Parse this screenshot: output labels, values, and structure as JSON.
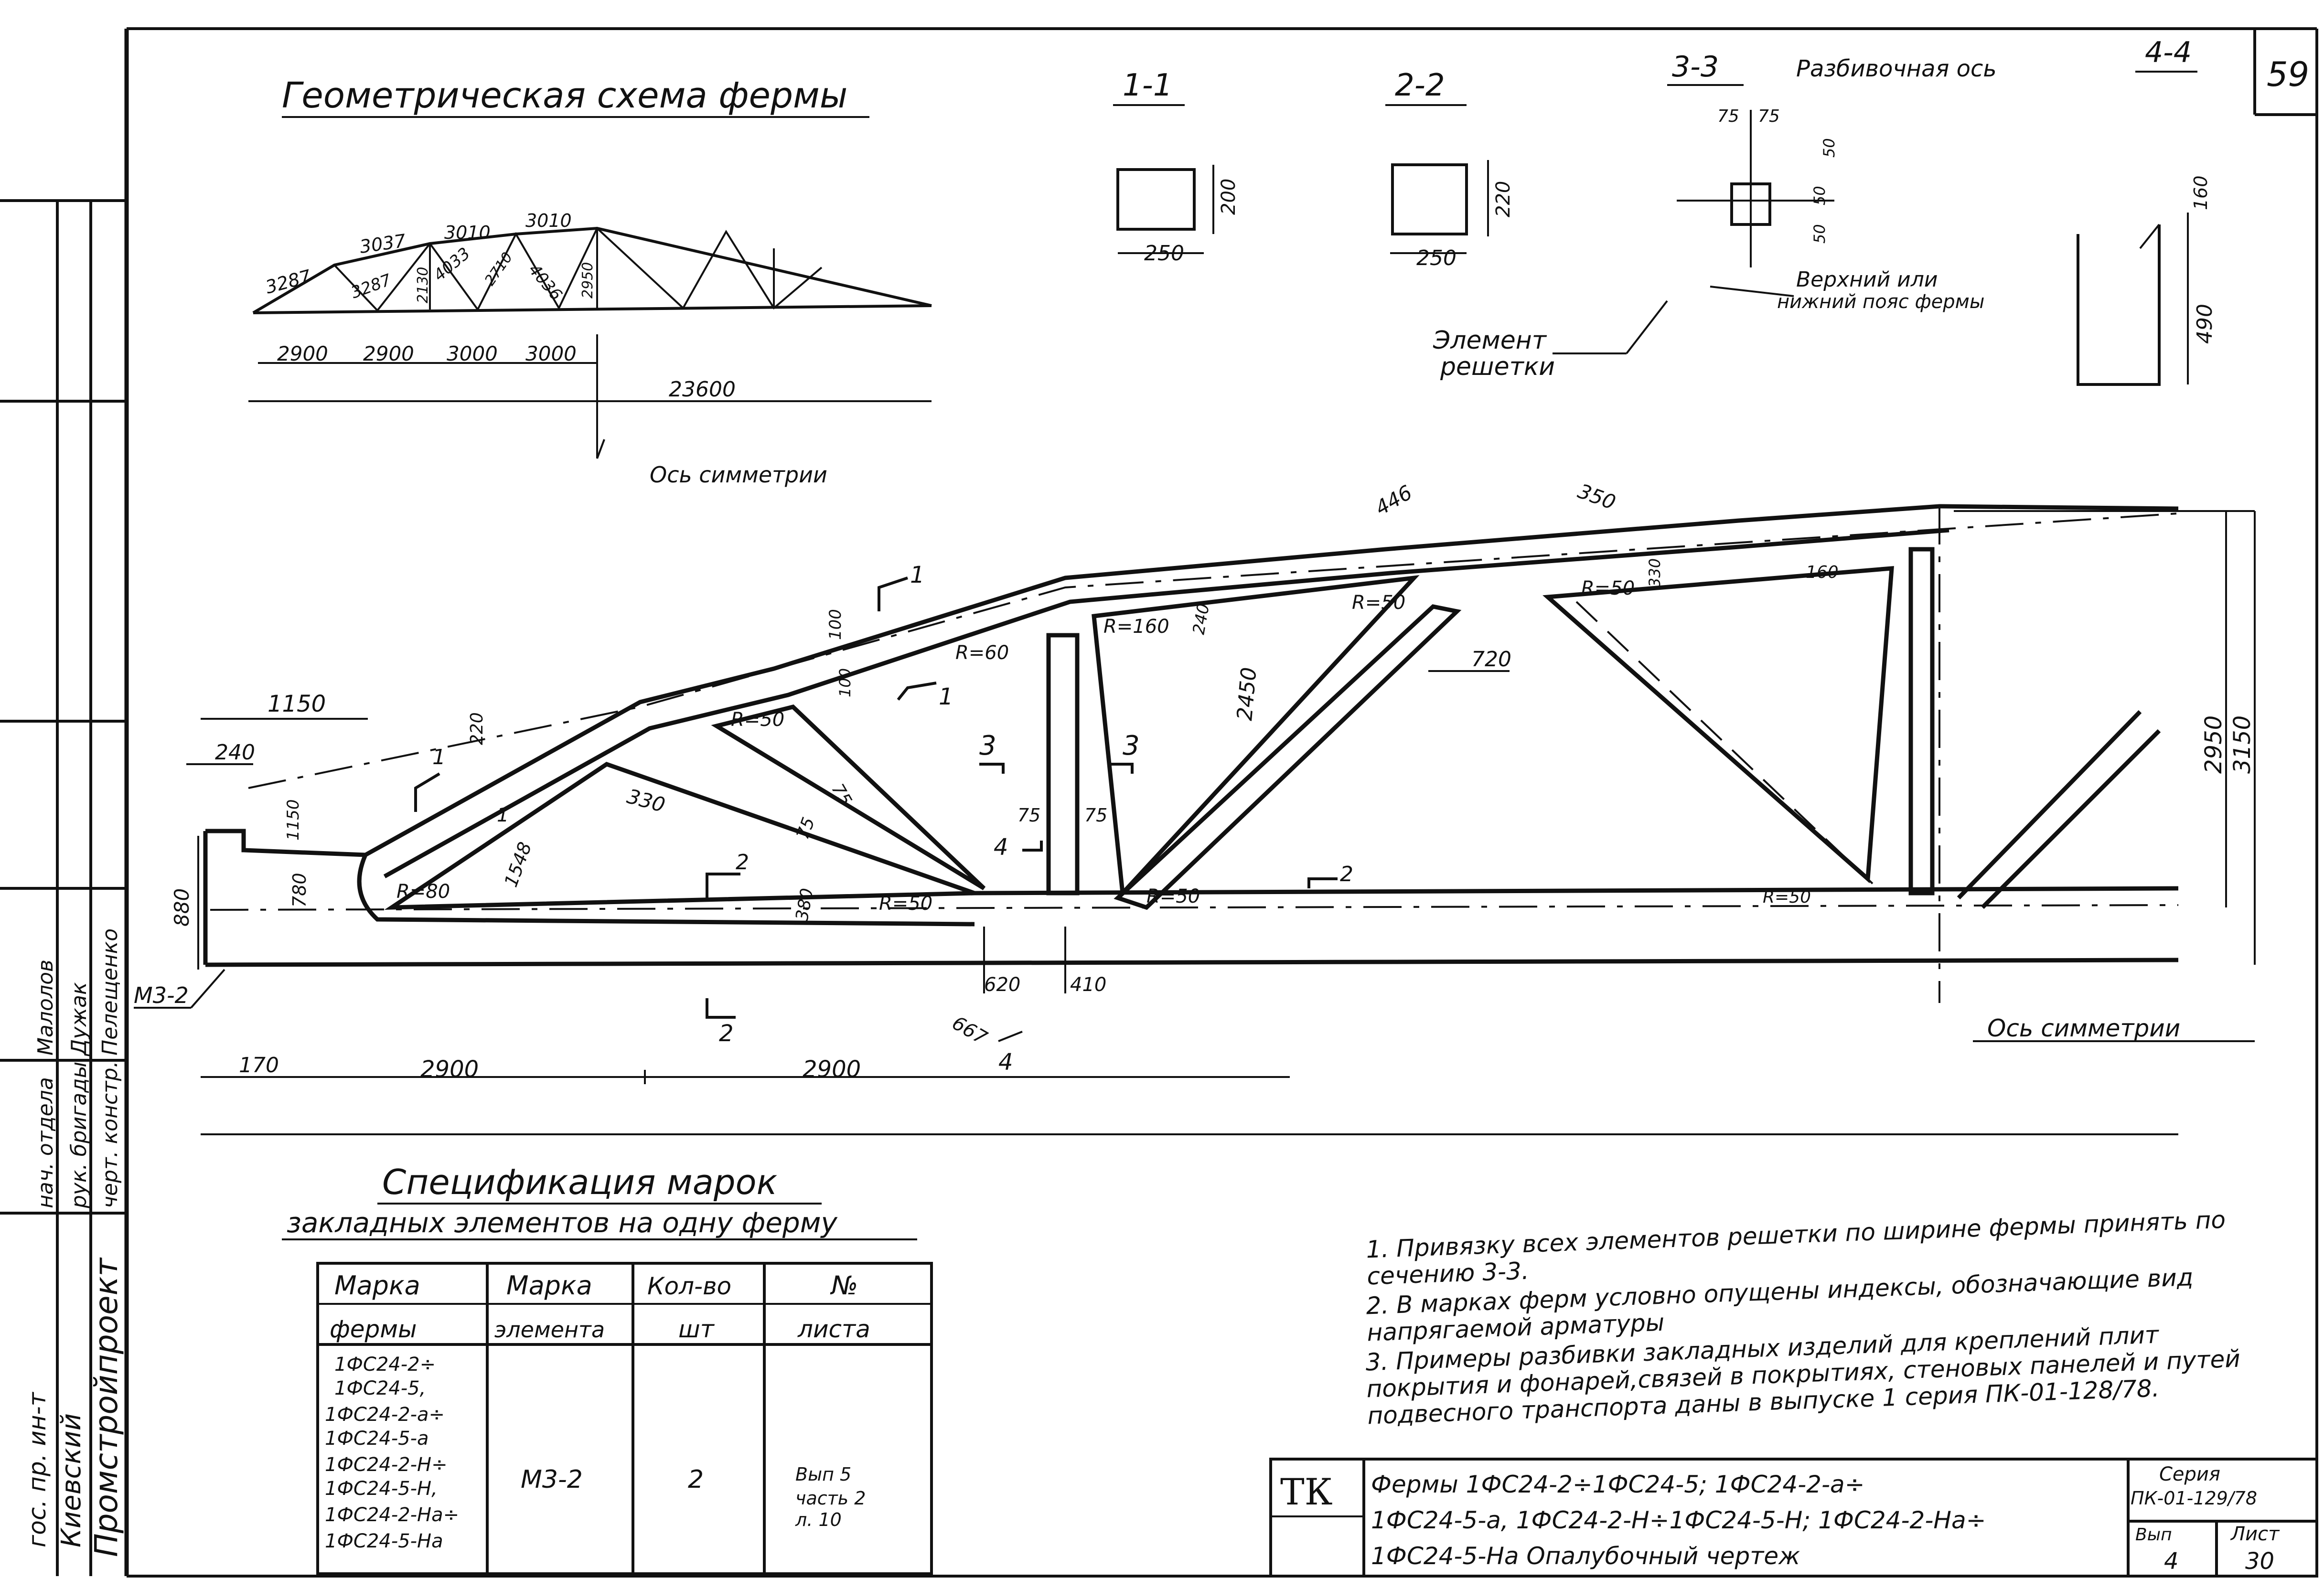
{
  "sheet": {
    "number": "59"
  },
  "geometry_scheme": {
    "title": "Геометрическая схема фермы",
    "member_labels": [
      "3287",
      "3037",
      "3010",
      "3010",
      "3287",
      "2130",
      "4033",
      "2710",
      "4036",
      "2950"
    ],
    "panel_dims": [
      "2900",
      "2900",
      "3000",
      "3000"
    ],
    "span": "23600",
    "symmetry_axis": "Ось симметрии"
  },
  "sections": {
    "s11": {
      "label": "1-1",
      "width": "250",
      "height": "200"
    },
    "s22": {
      "label": "2-2",
      "width": "250",
      "height": "220"
    },
    "s33": {
      "label": "3-3",
      "title": "Разбивочная ось",
      "dims": [
        "75",
        "75",
        "50",
        "50",
        "50"
      ],
      "note1": "Верхний или",
      "note2": "нижний пояс фермы",
      "element1": "Элемент",
      "element2": "решетки"
    },
    "s44": {
      "label": "4-4",
      "dims": [
        "160",
        "490"
      ]
    }
  },
  "elevation": {
    "dims": [
      "1150",
      "240",
      "1150",
      "880",
      "780",
      "220",
      "330",
      "1548",
      "100",
      "100",
      "75",
      "75",
      "75",
      "75",
      "380",
      "620",
      "410",
      "667",
      "2450",
      "240",
      "720",
      "446",
      "350",
      "330",
      "160",
      "2950",
      "3150",
      "170",
      "2900",
      "2900"
    ],
    "radii": [
      "R=80",
      "R=50",
      "R=60",
      "R=50",
      "R=160",
      "R=50",
      "R=50",
      "R=50",
      "R=50"
    ],
    "section_marks": [
      "1",
      "1",
      "1",
      "1",
      "2",
      "2",
      "2",
      "3",
      "3",
      "4",
      "4"
    ],
    "embedded_mark": "М3-2",
    "symmetry_axis": "Ось симметрии"
  },
  "spec": {
    "title": "Спецификация марок",
    "subtitle": "закладных элементов на одну ферму",
    "headers": [
      [
        "Марка",
        "фермы"
      ],
      [
        "Марка",
        "элемента"
      ],
      [
        "Кол-во",
        "шт"
      ],
      [
        "№",
        "листа"
      ]
    ],
    "truss_marks": [
      "1ФС24-2÷",
      "1ФС24-5,",
      "1ФС24-2-а÷",
      "1ФС24-5-а",
      "1ФС24-2-Н÷",
      "1ФС24-5-Н,",
      "1ФС24-2-На÷",
      "1ФС24-5-На"
    ],
    "element_mark": "М3-2",
    "quantity": "2",
    "sheet_ref": [
      "Вып 5",
      "часть 2",
      "л. 10"
    ]
  },
  "notes": [
    "1. Привязку всех элементов решетки по ширине фермы принять по сечению 3-3.",
    "2. В марках ферм условно опущены индексы, обозначающие вид напрягаемой арматуры",
    "3. Примеры разбивки закладных изделий для креплений плит покрытия и фонарей,связей в покрытиях, стеновых панелей и путей подвесного транспорта даны в выпуске 1 серия ПК-01-128/78."
  ],
  "left_stamp": [
    "Промстройпроект",
    "Киевский",
    "гос. пр. ин-т",
    "черт. констр.",
    "рук. бригады",
    "нач. отдела",
    "Пелещенко",
    "Дужак",
    "Малолов"
  ],
  "title_block": {
    "org": "ТК",
    "line1": "Фермы 1ФС24-2÷1ФС24-5; 1ФС24-2-а÷",
    "line2": "1ФС24-5-а, 1ФС24-2-Н÷1ФС24-5-Н; 1ФС24-2-На÷",
    "line3": "1ФС24-5-На  Опалубочный  чертеж",
    "series_label": "Серия",
    "series": "ПК-01-129/78",
    "issue_label": "Вып",
    "issue": "4",
    "sheet_label": "Лист",
    "sheet": "30"
  }
}
